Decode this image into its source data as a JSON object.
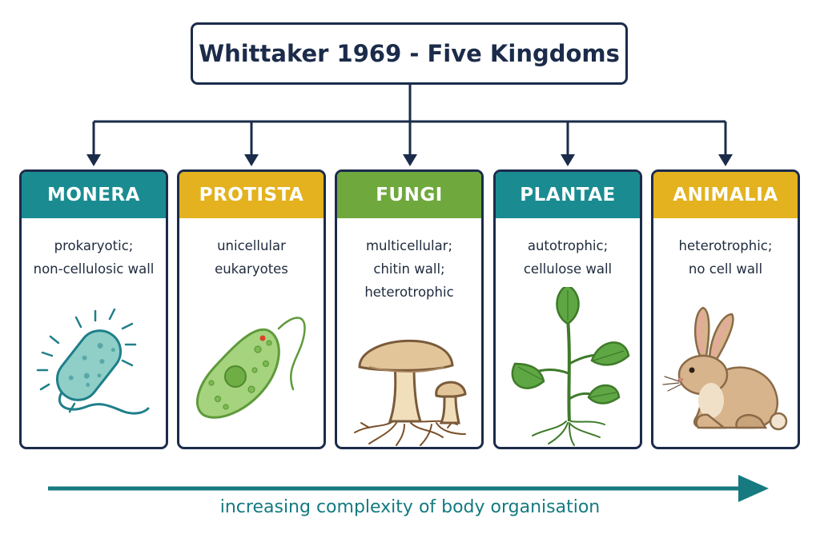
{
  "title": "Whittaker 1969 - Five Kingdoms",
  "colors": {
    "navy": "#1b2b4a",
    "teal": "#1a8c91",
    "gold": "#e3b21e",
    "green": "#6fa83d",
    "arrow": "#167a80"
  },
  "kingdoms": [
    {
      "name": "MONERA",
      "color": "#1a8c91",
      "lines": [
        "prokaryotic;",
        "non-cellulosic wall"
      ],
      "icon": "bacterium-icon"
    },
    {
      "name": "PROTISTA",
      "color": "#e3b21e",
      "lines": [
        "unicellular",
        "eukaryotes"
      ],
      "icon": "euglena-icon"
    },
    {
      "name": "FUNGI",
      "color": "#6fa83d",
      "lines": [
        "multicellular;",
        "chitin wall;",
        "heterotrophic"
      ],
      "icon": "mushroom-icon"
    },
    {
      "name": "PLANTAE",
      "color": "#1a8c91",
      "lines": [
        "autotrophic;",
        "cellulose wall"
      ],
      "icon": "plant-icon"
    },
    {
      "name": "ANIMALIA",
      "color": "#e3b21e",
      "lines": [
        "heterotrophic;",
        "no cell wall"
      ],
      "icon": "rabbit-icon"
    }
  ],
  "caption": "increasing complexity of body organisation"
}
